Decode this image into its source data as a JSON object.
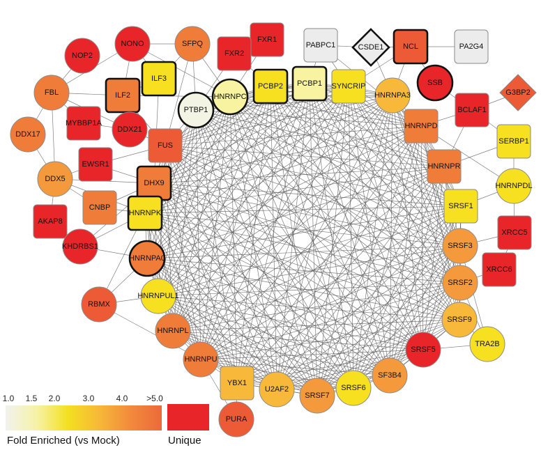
{
  "legend": {
    "ticks": [
      "1.0",
      "1.5",
      "2.0",
      "3.0",
      "4.0",
      ">5.0"
    ],
    "gradient_stops": [
      "#f2f2ee",
      "#f6f2a6",
      "#f4e020",
      "#f6b838",
      "#f28a3c",
      "#ec6a3a"
    ],
    "unique_color": "#e8262a",
    "caption": "Fold Enriched (vs Mock)",
    "unique_label": "Unique"
  },
  "node_colors": {
    "red": "#e8262a",
    "orange_red": "#ec5a36",
    "orange": "#f07c3a",
    "light_orange": "#f59a3c",
    "amber": "#f8b93a",
    "yellow": "#f7e020",
    "pale_yellow": "#f8f3a0",
    "pale": "#f4f4e4",
    "grey": "#ececec"
  },
  "nodes": [
    {
      "id": "NONO",
      "label": "NONO",
      "shape": "circle",
      "color": "red",
      "border": "normal"
    },
    {
      "id": "SFPQ",
      "label": "SFPQ",
      "shape": "circle",
      "color": "orange",
      "border": "normal"
    },
    {
      "id": "NOP2",
      "label": "NOP2",
      "shape": "circle",
      "color": "red",
      "border": "normal"
    },
    {
      "id": "FXR1",
      "label": "FXR1",
      "shape": "square",
      "color": "red",
      "border": "normal"
    },
    {
      "id": "FXR2",
      "label": "FXR2",
      "shape": "square",
      "color": "red",
      "border": "normal"
    },
    {
      "id": "PABPC1",
      "label": "PABPC1",
      "shape": "square",
      "color": "grey",
      "border": "normal"
    },
    {
      "id": "CSDE1",
      "label": "CSDE1",
      "shape": "diamond",
      "color": "grey",
      "border": "thick"
    },
    {
      "id": "NCL",
      "label": "NCL",
      "shape": "square",
      "color": "orange_red",
      "border": "thick"
    },
    {
      "id": "PA2G4",
      "label": "PA2G4",
      "shape": "square",
      "color": "grey",
      "border": "normal"
    },
    {
      "id": "FBL",
      "label": "FBL",
      "shape": "circle",
      "color": "orange",
      "border": "normal"
    },
    {
      "id": "ILF3",
      "label": "ILF3",
      "shape": "square",
      "color": "yellow",
      "border": "thick"
    },
    {
      "id": "ILF2",
      "label": "ILF2",
      "shape": "square",
      "color": "orange",
      "border": "thick"
    },
    {
      "id": "HNRNPC",
      "label": "HNRNPC",
      "shape": "circle",
      "color": "pale_yellow",
      "border": "thick"
    },
    {
      "id": "PCBP2",
      "label": "PCBP2",
      "shape": "square",
      "color": "yellow",
      "border": "thick"
    },
    {
      "id": "PCBP1",
      "label": "PCBP1",
      "shape": "square",
      "color": "pale_yellow",
      "border": "thick"
    },
    {
      "id": "SYNCRIP",
      "label": "SYNCRIP",
      "shape": "square",
      "color": "yellow",
      "border": "normal"
    },
    {
      "id": "HNRNPA3",
      "label": "HNRNPA3",
      "shape": "circle",
      "color": "amber",
      "border": "normal"
    },
    {
      "id": "SSB",
      "label": "SSB",
      "shape": "circle",
      "color": "red",
      "border": "thick"
    },
    {
      "id": "G3BP2",
      "label": "G3BP2",
      "shape": "diamond",
      "color": "orange_red",
      "border": "normal"
    },
    {
      "id": "BCLAF1",
      "label": "BCLAF1",
      "shape": "square",
      "color": "red",
      "border": "normal"
    },
    {
      "id": "MYBBP1A",
      "label": "MYBBP1A",
      "shape": "square",
      "color": "red",
      "border": "normal"
    },
    {
      "id": "DDX21",
      "label": "DDX21",
      "shape": "circle",
      "color": "red",
      "border": "normal"
    },
    {
      "id": "PTBP1",
      "label": "PTBP1",
      "shape": "circle",
      "color": "pale",
      "border": "thick"
    },
    {
      "id": "DDX17",
      "label": "DDX17",
      "shape": "circle",
      "color": "orange",
      "border": "normal"
    },
    {
      "id": "FUS",
      "label": "FUS",
      "shape": "square",
      "color": "orange_red",
      "border": "normal"
    },
    {
      "id": "HNRNPD",
      "label": "HNRNPD",
      "shape": "square",
      "color": "orange",
      "border": "normal"
    },
    {
      "id": "SERBP1",
      "label": "SERBP1",
      "shape": "square",
      "color": "yellow",
      "border": "normal"
    },
    {
      "id": "EWSR1",
      "label": "EWSR1",
      "shape": "square",
      "color": "red",
      "border": "normal"
    },
    {
      "id": "DDX5",
      "label": "DDX5",
      "shape": "circle",
      "color": "light_orange",
      "border": "normal"
    },
    {
      "id": "DHX9",
      "label": "DHX9",
      "shape": "square",
      "color": "orange",
      "border": "thick"
    },
    {
      "id": "HNRNPR",
      "label": "HNRNPR",
      "shape": "square",
      "color": "orange",
      "border": "normal"
    },
    {
      "id": "HNRNPDL",
      "label": "HNRNPDL",
      "shape": "circle",
      "color": "yellow",
      "border": "normal"
    },
    {
      "id": "CNBP",
      "label": "CNBP",
      "shape": "square",
      "color": "orange",
      "border": "normal"
    },
    {
      "id": "AKAP8",
      "label": "AKAP8",
      "shape": "square",
      "color": "red",
      "border": "normal"
    },
    {
      "id": "SRSF1",
      "label": "SRSF1",
      "shape": "square",
      "color": "yellow",
      "border": "normal"
    },
    {
      "id": "HNRNPK",
      "label": "HNRNPK",
      "shape": "square",
      "color": "yellow",
      "border": "thick"
    },
    {
      "id": "XRCC5",
      "label": "XRCC5",
      "shape": "square",
      "color": "red",
      "border": "normal"
    },
    {
      "id": "KHDRBS1",
      "label": "KHDRBS1",
      "shape": "circle",
      "color": "red",
      "border": "normal"
    },
    {
      "id": "SRSF3",
      "label": "SRSF3",
      "shape": "circle",
      "color": "light_orange",
      "border": "normal"
    },
    {
      "id": "HNRNPA0",
      "label": "HNRNPA0",
      "shape": "circle",
      "color": "orange",
      "border": "thick"
    },
    {
      "id": "XRCC6",
      "label": "XRCC6",
      "shape": "square",
      "color": "red",
      "border": "normal"
    },
    {
      "id": "SRSF2",
      "label": "SRSF2",
      "shape": "circle",
      "color": "light_orange",
      "border": "normal"
    },
    {
      "id": "RBMX",
      "label": "RBMX",
      "shape": "circle",
      "color": "orange_red",
      "border": "normal"
    },
    {
      "id": "HNRNPUL1",
      "label": "HNRNPUL1",
      "shape": "circle",
      "color": "yellow",
      "border": "normal"
    },
    {
      "id": "SRSF9",
      "label": "SRSF9",
      "shape": "circle",
      "color": "amber",
      "border": "normal"
    },
    {
      "id": "HNRNPL",
      "label": "HNRNPL",
      "shape": "circle",
      "color": "orange",
      "border": "normal"
    },
    {
      "id": "TRA2B",
      "label": "TRA2B",
      "shape": "circle",
      "color": "yellow",
      "border": "normal"
    },
    {
      "id": "SRSF5",
      "label": "SRSF5",
      "shape": "circle",
      "color": "red",
      "border": "normal"
    },
    {
      "id": "HNRNPU",
      "label": "HNRNPU",
      "shape": "circle",
      "color": "orange",
      "border": "normal"
    },
    {
      "id": "SF3B4",
      "label": "SF3B4",
      "shape": "circle",
      "color": "light_orange",
      "border": "normal"
    },
    {
      "id": "YBX1",
      "label": "YBX1",
      "shape": "square",
      "color": "amber",
      "border": "normal"
    },
    {
      "id": "U2AF2",
      "label": "U2AF2",
      "shape": "circle",
      "color": "amber",
      "border": "normal"
    },
    {
      "id": "SRSF7",
      "label": "SRSF7",
      "shape": "circle",
      "color": "light_orange",
      "border": "normal"
    },
    {
      "id": "SRSF6",
      "label": "SRSF6",
      "shape": "circle",
      "color": "yellow",
      "border": "normal"
    },
    {
      "id": "PURA",
      "label": "PURA",
      "shape": "circle",
      "color": "orange_red",
      "border": "normal"
    }
  ],
  "ring_members": [
    "HNRNPC",
    "PCBP2",
    "PCBP1",
    "SYNCRIP",
    "HNRNPA3",
    "HNRNPD",
    "HNRNPR",
    "SRSF1",
    "SRSF3",
    "SRSF2",
    "SRSF9",
    "SRSF5",
    "SF3B4",
    "SRSF6",
    "SRSF7",
    "U2AF2",
    "YBX1",
    "HNRNPU",
    "HNRNPL",
    "HNRNPUL1",
    "HNRNPA0",
    "HNRNPK",
    "DHX9",
    "FUS",
    "PTBP1"
  ],
  "extra_edges": [
    [
      "NONO",
      "SFPQ"
    ],
    [
      "NONO",
      "ILF2"
    ],
    [
      "NONO",
      "ILF3"
    ],
    [
      "NONO",
      "FBL"
    ],
    [
      "NONO",
      "HNRNPC"
    ],
    [
      "SFPQ",
      "ILF3"
    ],
    [
      "SFPQ",
      "FUS"
    ],
    [
      "SFPQ",
      "HNRNPC"
    ],
    [
      "SFPQ",
      "PTBP1"
    ],
    [
      "FXR1",
      "FXR2"
    ],
    [
      "FXR2",
      "PCBP2"
    ],
    [
      "FXR1",
      "HNRNPC"
    ],
    [
      "FXR2",
      "PTBP1"
    ],
    [
      "PABPC1",
      "CSDE1"
    ],
    [
      "CSDE1",
      "NCL"
    ],
    [
      "NCL",
      "PA2G4"
    ],
    [
      "PABPC1",
      "PCBP1"
    ],
    [
      "PABPC1",
      "SYNCRIP"
    ],
    [
      "CSDE1",
      "HNRNPA3"
    ],
    [
      "NCL",
      "SSB"
    ],
    [
      "NCL",
      "HNRNPA3"
    ],
    [
      "NCL",
      "SYNCRIP"
    ],
    [
      "PABPC1",
      "HNRNPD"
    ],
    [
      "G3BP2",
      "BCLAF1"
    ],
    [
      "BCLAF1",
      "HNRNPD"
    ],
    [
      "BCLAF1",
      "SSB"
    ],
    [
      "BCLAF1",
      "HNRNPR"
    ],
    [
      "BCLAF1",
      "SERBP1"
    ],
    [
      "NOP2",
      "FBL"
    ],
    [
      "FBL",
      "ILF2"
    ],
    [
      "FBL",
      "DDX17"
    ],
    [
      "FBL",
      "DDX5"
    ],
    [
      "FBL",
      "DDX21"
    ],
    [
      "FBL",
      "MYBBP1A"
    ],
    [
      "ILF3",
      "ILF2"
    ],
    [
      "ILF2",
      "HNRNPC"
    ],
    [
      "ILF3",
      "DHX9"
    ],
    [
      "ILF2",
      "DDX21"
    ],
    [
      "ILF2",
      "FUS"
    ],
    [
      "MYBBP1A",
      "DDX21"
    ],
    [
      "DDX21",
      "FUS"
    ],
    [
      "DDX17",
      "DDX5"
    ],
    [
      "DDX5",
      "EWSR1"
    ],
    [
      "DDX5",
      "CNBP"
    ],
    [
      "DDX5",
      "AKAP8"
    ],
    [
      "DDX5",
      "HNRNPK"
    ],
    [
      "DDX5",
      "DHX9"
    ],
    [
      "EWSR1",
      "FUS"
    ],
    [
      "EWSR1",
      "DHX9"
    ],
    [
      "CNBP",
      "HNRNPK"
    ],
    [
      "CNBP",
      "DHX9"
    ],
    [
      "KHDRBS1",
      "HNRNPK"
    ],
    [
      "KHDRBS1",
      "HNRNPA0"
    ],
    [
      "KHDRBS1",
      "DHX9"
    ],
    [
      "RBMX",
      "HNRNPA0"
    ],
    [
      "RBMX",
      "HNRNPUL1"
    ],
    [
      "RBMX",
      "HNRNPK"
    ],
    [
      "RBMX",
      "HNRNPU"
    ],
    [
      "SERBP1",
      "HNRNPR"
    ],
    [
      "SERBP1",
      "HNRNPDL"
    ],
    [
      "HNRNPDL",
      "HNRNPD"
    ],
    [
      "HNRNPDL",
      "SRSF1"
    ],
    [
      "HNRNPDL",
      "XRCC5"
    ],
    [
      "XRCC5",
      "XRCC6"
    ],
    [
      "XRCC5",
      "SRSF3"
    ],
    [
      "XRCC6",
      "SRSF2"
    ],
    [
      "TRA2B",
      "SRSF9"
    ],
    [
      "TRA2B",
      "SRSF2"
    ],
    [
      "TRA2B",
      "SRSF5"
    ],
    [
      "TRA2B",
      "SRSF3"
    ],
    [
      "PURA",
      "YBX1"
    ],
    [
      "PURA",
      "HNRNPU"
    ]
  ]
}
